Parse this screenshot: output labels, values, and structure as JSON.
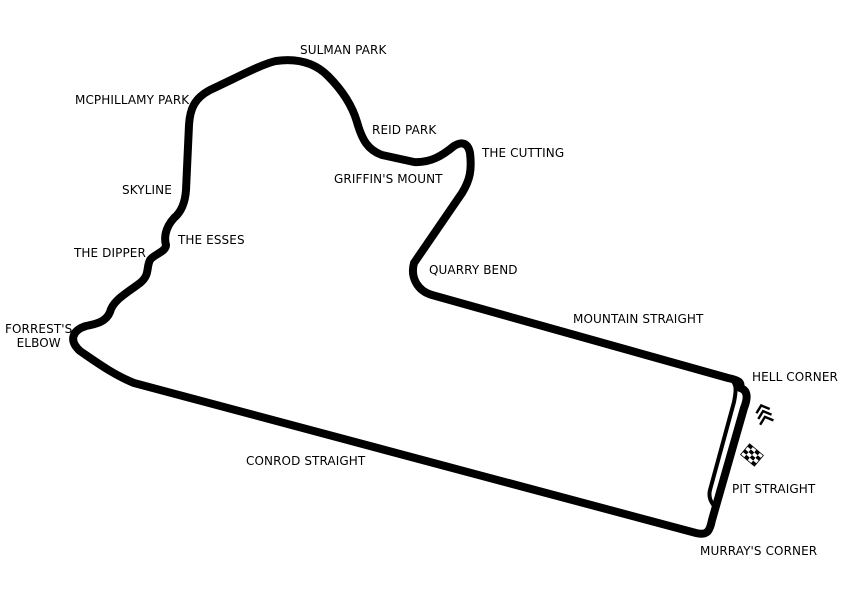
{
  "colors": {
    "background": "#ffffff",
    "track": "#000000",
    "text": "#000000"
  },
  "icons": {
    "start_direction": "chevron-arrows-icon",
    "finish_line": "checkered-flag-icon"
  },
  "corners": {
    "sulman_park": "SULMAN PARK",
    "mcphillamy_park": "MCPHILLAMY PARK",
    "reid_park": "REID PARK",
    "the_cutting": "THE CUTTING",
    "griffins_mount": "GRIFFIN'S MOUNT",
    "skyline": "SKYLINE",
    "the_esses": "THE ESSES",
    "the_dipper": "THE DIPPER",
    "quarry_bend": "QUARRY BEND",
    "forrests_elbow_line1": "FORREST'S",
    "forrests_elbow_line2": "ELBOW",
    "mountain_straight": "MOUNTAIN STRAIGHT",
    "hell_corner": "HELL CORNER",
    "conrod_straight": "CONROD STRAIGHT",
    "pit_straight": "PIT STRAIGHT",
    "murrays_corner": "MURRAY'S CORNER"
  }
}
